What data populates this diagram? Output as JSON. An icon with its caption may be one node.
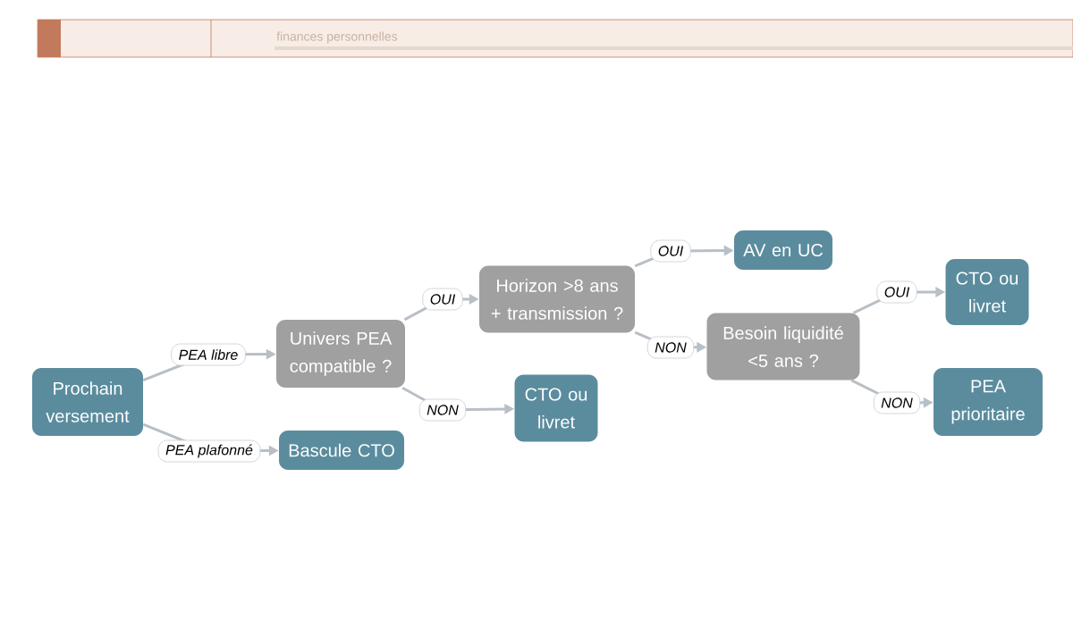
{
  "diagram": {
    "nodes": [
      {
        "text": [
          "Prochain versement"
        ]
      },
      {
        "text": [
          "Univers PEA compatible ?"
        ]
      },
      {
        "text": [
          "Bascule CTO"
        ]
      },
      {
        "text": [
          "Horizon >8 ans + transmission ?"
        ]
      },
      {
        "text": [
          "CTO ou livret"
        ]
      },
      {
        "text": [
          "AV en UC"
        ]
      },
      {
        "text": [
          "Besoin liquidité <5 ans ?"
        ]
      },
      {
        "text": [
          "CTO ou livret"
        ]
      },
      {
        "text": [
          "PEA prioritaire"
        ]
      }
    ],
    "edges": [
      {
        "from": 0,
        "to": 1,
        "arrow": "to",
        "label": "PEA libre"
      },
      {
        "from": 0,
        "to": 2,
        "arrow": "to",
        "label": "PEA plafonné"
      },
      {
        "from": 1,
        "to": 3,
        "arrow": "to",
        "label": "OUI"
      },
      {
        "from": 1,
        "to": 4,
        "arrow": "to",
        "label": "NON"
      },
      {
        "from": 3,
        "to": 5,
        "arrow": "to",
        "label": "OUI"
      },
      {
        "from": 3,
        "to": 6,
        "arrow": "to",
        "label": "NON"
      },
      {
        "from": 6,
        "to": 7,
        "arrow": "to",
        "label": "OUI"
      },
      {
        "from": 6,
        "to": 8,
        "arrow": "to",
        "label": "NON"
      }
    ],
    "labels": [
      "finances personnelles"
    ]
  }
}
